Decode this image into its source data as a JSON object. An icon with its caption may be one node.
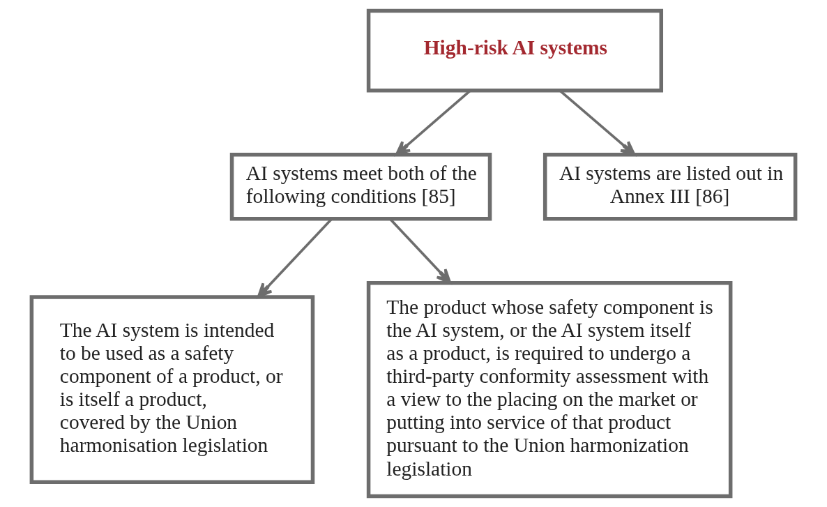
{
  "diagram": {
    "nodes": [
      {
        "text": [
          "High-risk AI systems"
        ]
      },
      {
        "text": [
          "AI systems meet both of the following conditions [85]"
        ]
      },
      {
        "text": [
          "AI systems are listed out in Annex III [86]"
        ]
      },
      {
        "text": [
          "The AI system is intended to be used as a safety component of a product, or is itself a product, covered by the Union harmonisation legislation"
        ]
      },
      {
        "text": [
          "The product whose safety component is the AI system, or the AI system itself as a product, is required to undergo a third-party conformity assessment with a view to the placing on the market or putting into service of that product pursuant to the Union harmonization legislation"
        ]
      }
    ],
    "edges": [
      {
        "from": 0,
        "to": 1,
        "arrow": "to"
      },
      {
        "from": 0,
        "to": 2,
        "arrow": "to"
      },
      {
        "from": 1,
        "to": 3,
        "arrow": "to"
      },
      {
        "from": 1,
        "to": 4,
        "arrow": "to"
      }
    ]
  }
}
